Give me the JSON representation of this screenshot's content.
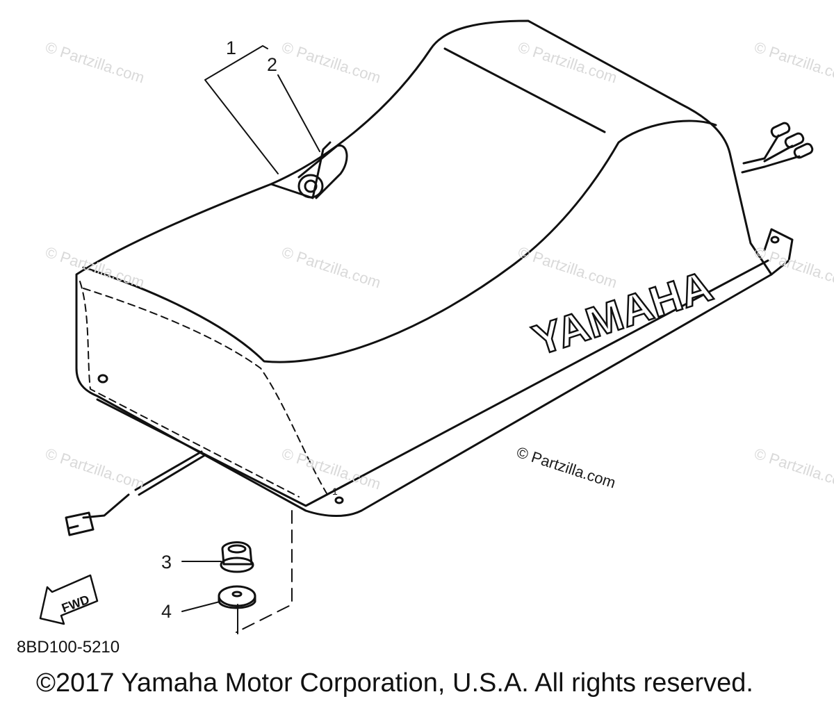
{
  "diagram": {
    "callouts": [
      "1",
      "2",
      "3",
      "4"
    ],
    "seat_brand": "YAMAHA",
    "direction_label": "FWD",
    "part_code": "8BD100-5210",
    "copyright": "©2017 Yamaha Motor Corporation, U.S.A. All rights reserved.",
    "watermark": "© Partzilla.com",
    "seat_callout_marker": "1"
  }
}
